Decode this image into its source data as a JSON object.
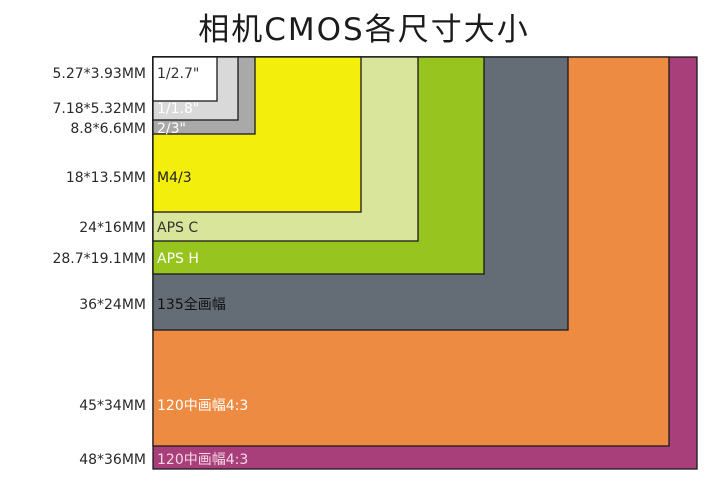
{
  "title": "相机CMOS各尺寸大小",
  "sensors": [
    {
      "size": "48*36MM",
      "name": "120中画幅4:3",
      "color": "#a83f7a",
      "text_color": "#f5d9e8"
    },
    {
      "size": "45*34MM",
      "name": "120中画幅4:3",
      "color": "#ee8b43",
      "text_color": "#ffffff"
    },
    {
      "size": "36*24MM",
      "name": "135全画幅",
      "color": "#646d75",
      "text_color": "#111111"
    },
    {
      "size": "28.7*19.1MM",
      "name": "APS H",
      "color": "#97c41e",
      "text_color": "#ffffff"
    },
    {
      "size": "24*16MM",
      "name": "APS C",
      "color": "#d8e59a",
      "text_color": "#333333"
    },
    {
      "size": "18*13.5MM",
      "name": "M4/3",
      "color": "#f4ee0c",
      "text_color": "#222222"
    },
    {
      "size": "8.8*6.6MM",
      "name": "2/3\"",
      "color": "#a9a9a9",
      "text_color": "#ffffff"
    },
    {
      "size": "7.18*5.32MM",
      "name": "1/1.8\"",
      "color": "#d9d9d9",
      "text_color": "#ffffff"
    },
    {
      "size": "5.27*3.93MM",
      "name": "1/2.7\"",
      "color": "#ffffff",
      "text_color": "#333333"
    }
  ]
}
